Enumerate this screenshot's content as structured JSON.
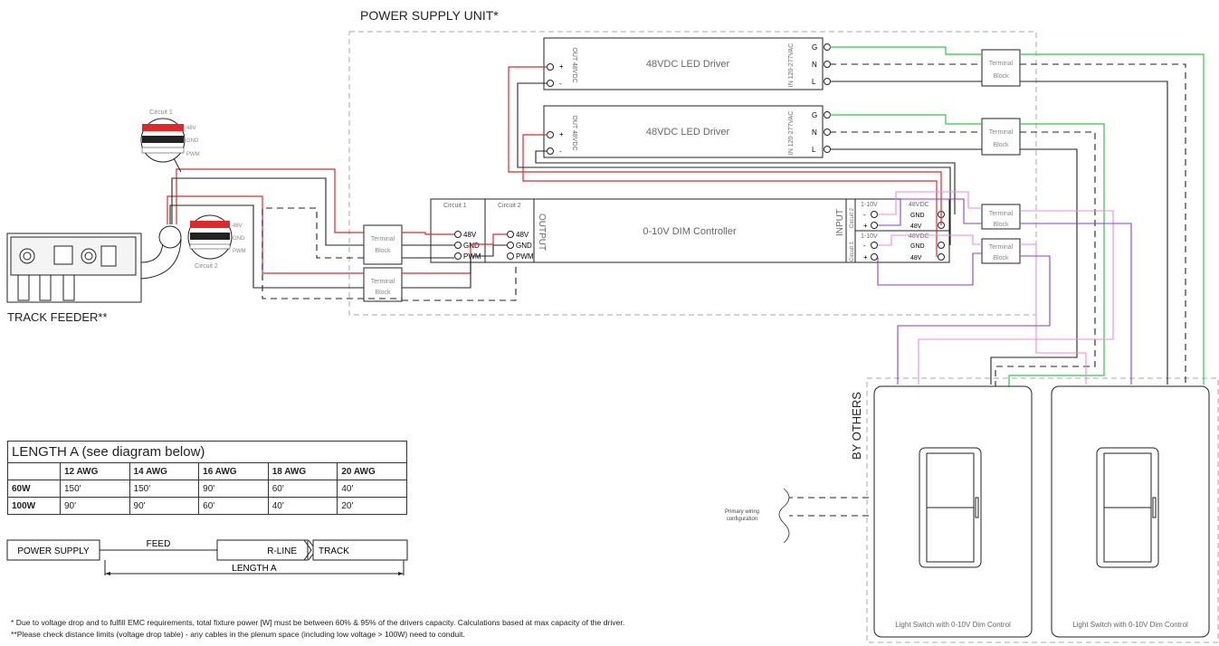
{
  "title": "POWER SUPPLY UNIT*",
  "track_feeder_label": "TRACK FEEDER**",
  "by_others_label": "BY OTHERS",
  "drivers": [
    {
      "label": "48VDC LED Driver",
      "out_label": "OUT 48VDC",
      "in_label": "IN 120-277VAC",
      "plus": "+",
      "minus": "-",
      "terminals": [
        "G",
        "N",
        "L"
      ]
    },
    {
      "label": "48VDC LED Driver",
      "out_label": "OUT 48VDC",
      "in_label": "IN 120-277VAC",
      "plus": "+",
      "minus": "-",
      "terminals": [
        "G",
        "N",
        "L"
      ]
    }
  ],
  "terminal_block": {
    "line1": "Terminal",
    "line2": "Block"
  },
  "controller": {
    "label": "0-10V DIM Controller",
    "output_label": "OUTPUT",
    "input_label": "INPUT",
    "circuit1": "Circuit 1",
    "circuit2": "Circuit 2",
    "out_pins": [
      "48V",
      "GND",
      "PWM"
    ],
    "in_circuit2": "Circuit 2",
    "in_circuit1": "Circuit 1",
    "in_110v": "1-10V",
    "in_48vdc": "48VDC",
    "in_gnd": "GND",
    "in_48v": "48V",
    "minus": "-",
    "plus": "+"
  },
  "callout1": {
    "title": "Circuit 1",
    "labels": [
      "48V",
      "GND",
      "PWM"
    ]
  },
  "callout2": {
    "title": "Circuit 2",
    "labels": [
      "48V",
      "GND",
      "PWM"
    ]
  },
  "switches": [
    {
      "label": "Light Switch with 0-10V Dim Control"
    },
    {
      "label": "Light Switch with 0-10V Dim Control"
    }
  ],
  "primary_wiring": {
    "line1": "Primary wiring",
    "line2": "configuration"
  },
  "length_table": {
    "caption": "LENGTH A (see diagram below)",
    "headers": [
      "",
      "12 AWG",
      "14 AWG",
      "16 AWG",
      "18 AWG",
      "20 AWG"
    ],
    "rows": [
      [
        "60W",
        "150'",
        "150'",
        "90'",
        "60'",
        "40'"
      ],
      [
        "100W",
        "90'",
        "90'",
        "60'",
        "40'",
        "20'"
      ]
    ]
  },
  "length_diagram": {
    "power_supply": "POWER SUPPLY",
    "feed": "FEED",
    "rline": "R-LINE",
    "track": "TRACK",
    "length": "LENGTH A"
  },
  "notes": [
    "* Due to voltage drop and to fulfill EMC requirements, total fixture power [W] must be between 60% & 95% of the drivers capacity. Calculations based at max capacity of the driver.",
    "**Please check distance limits (voltage drop table) - any cables in the plenum space (including low voltage > 100W) need to conduit."
  ],
  "colors": {
    "red": "#e0282a",
    "green": "#2ec84a",
    "pink": "#f08ad8",
    "purple": "#8a3fcf",
    "black": "#222222",
    "dash": "#999999"
  }
}
